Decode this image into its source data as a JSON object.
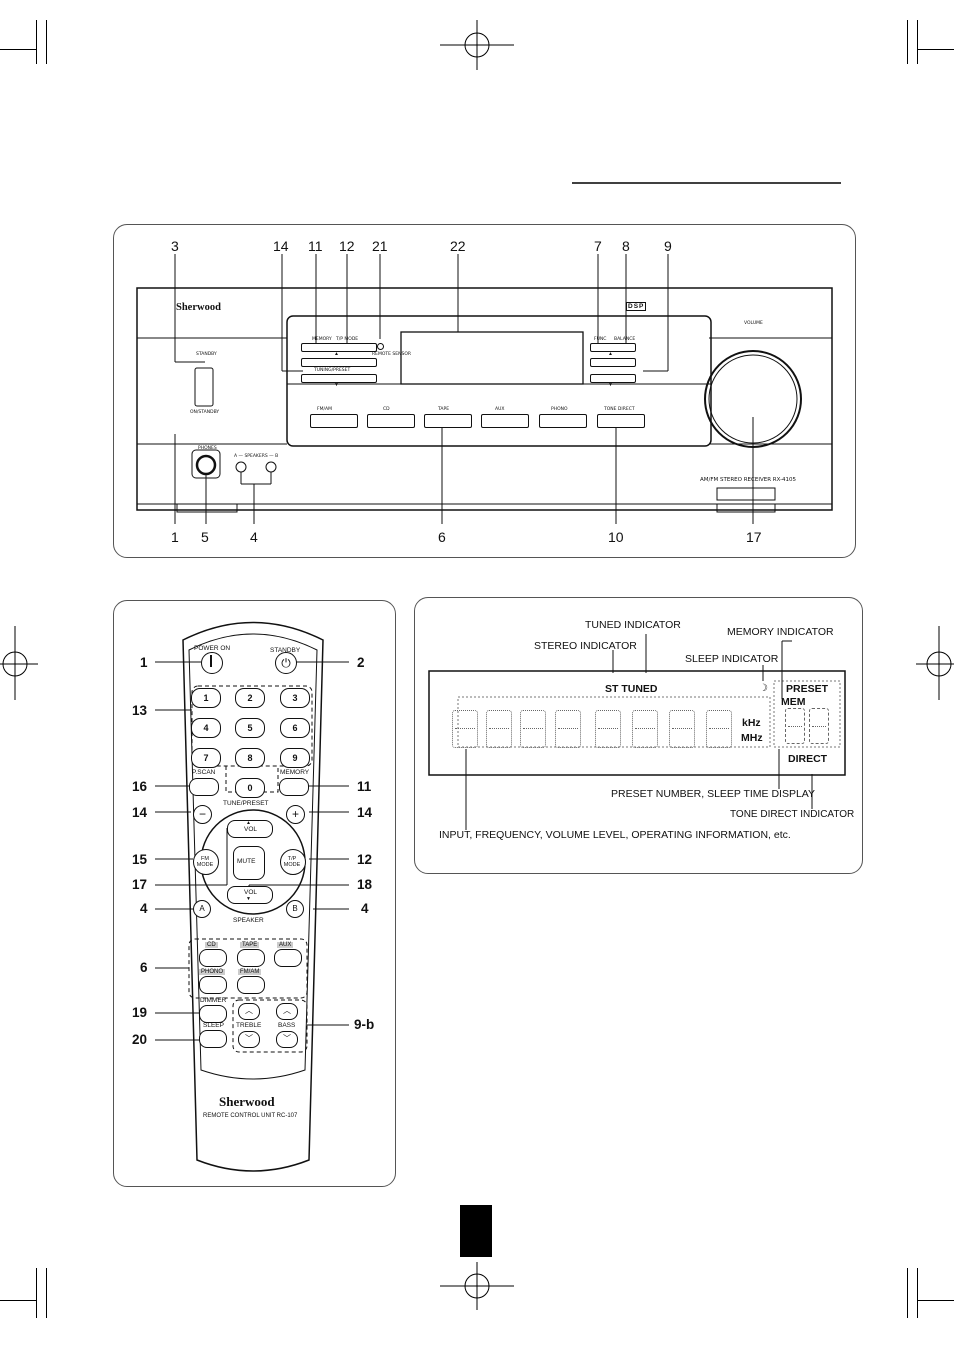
{
  "front_panel": {
    "brand": "Sherwood",
    "dsp_logo": "DSP",
    "labels": {
      "standby": "STANDBY",
      "on_standby": "ON/STANDBY",
      "phones": "PHONES",
      "speakers": "A — SPEAKERS — B",
      "memory": "MEMORY",
      "tp_mode": "T/P MODE",
      "tuning_preset": "TUNING/PRESET",
      "remote_sensor": "REMOTE SENSOR",
      "func": "FUNC",
      "balance": "BALANCE",
      "volume": "VOLUME",
      "model": "AM/FM STEREO RECEIVER RX-4105"
    },
    "inputs": [
      "FM/AM",
      "CD",
      "TAPE",
      "AUX",
      "PHONO"
    ],
    "tone_direct": "TONE DIRECT",
    "callouts_top": [
      "3",
      "14",
      "11",
      "12",
      "21",
      "22",
      "7",
      "8",
      "9"
    ],
    "callouts_bottom": [
      "1",
      "5",
      "4",
      "6",
      "10",
      "17"
    ]
  },
  "remote": {
    "power_on": "POWER ON",
    "standby": "STANDBY",
    "digits": [
      "1",
      "2",
      "3",
      "4",
      "5",
      "6",
      "7",
      "8",
      "9",
      "0"
    ],
    "pscan": "P.SCAN",
    "memory": "MEMORY",
    "tune_preset": "TUNE/PRESET",
    "minus": "−",
    "plus": "+",
    "vol_up": "VOL",
    "vol_down": "VOL",
    "mute": "MUTE",
    "fm_mode": "FM MODE",
    "tp_mode": "T/P MODE",
    "speaker": "SPEAKER",
    "a": "A",
    "b": "B",
    "inputs": [
      "CD",
      "TAPE",
      "AUX",
      "PHONO",
      "FM/AM"
    ],
    "dimmer": "DIMMER",
    "sleep": "SLEEP",
    "treble": "TREBLE",
    "bass": "BASS",
    "brand": "Sherwood",
    "unit": "REMOTE CONTROL UNIT RC-107",
    "callouts_left": [
      "1",
      "13",
      "16",
      "14",
      "15",
      "17",
      "4",
      "6",
      "19",
      "20"
    ],
    "callouts_right": [
      "2",
      "11",
      "14",
      "12",
      "18",
      "4",
      "9-b"
    ]
  },
  "display": {
    "tuned_indicator": "TUNED INDICATOR",
    "memory_indicator": "MEMORY INDICATOR",
    "stereo_indicator": "STEREO INDICATOR",
    "sleep_indicator": "SLEEP INDICATOR",
    "st_tuned": "ST TUNED",
    "preset": "PRESET",
    "mem": "MEM",
    "khz": "kHz",
    "mhz": "MHz",
    "direct": "DIRECT",
    "preset_number": "PRESET NUMBER, SLEEP TIME DISPLAY",
    "tone_direct_indicator": "TONE DIRECT INDICATOR",
    "input_info": "INPUT, FREQUENCY, VOLUME LEVEL, OPERATING INFORMATION, etc."
  }
}
